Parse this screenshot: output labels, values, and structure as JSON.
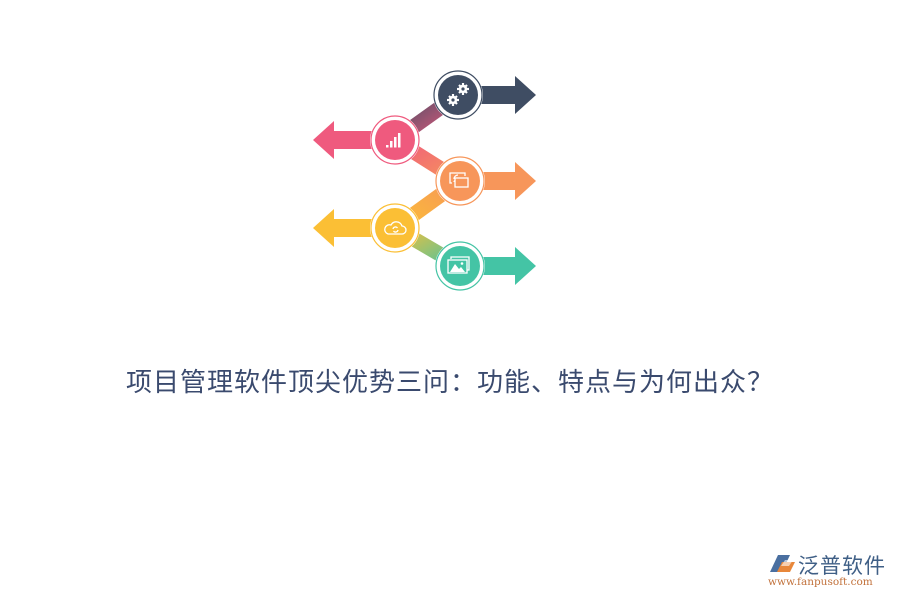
{
  "title": "项目管理软件顶尖优势三问：功能、特点与为何出众？",
  "infographic": {
    "steps": [
      {
        "icon": "gears-icon",
        "direction": "right",
        "color": "#3f4d63"
      },
      {
        "icon": "bar-chart-icon",
        "direction": "left",
        "color": "#ef5a7e"
      },
      {
        "icon": "screen-cast-icon",
        "direction": "right",
        "color": "#f7965a"
      },
      {
        "icon": "cloud-sync-icon",
        "direction": "left",
        "color": "#fbbf35"
      },
      {
        "icon": "image-gallery-icon",
        "direction": "right",
        "color": "#44c4a5"
      }
    ]
  },
  "logo": {
    "name": "泛普软件",
    "url": "www.fanpusoft.com",
    "colors": {
      "name": "#3f5f86",
      "url": "#c2723c",
      "mark_blue": "#4a6fa0",
      "mark_orange": "#e8873a"
    }
  }
}
